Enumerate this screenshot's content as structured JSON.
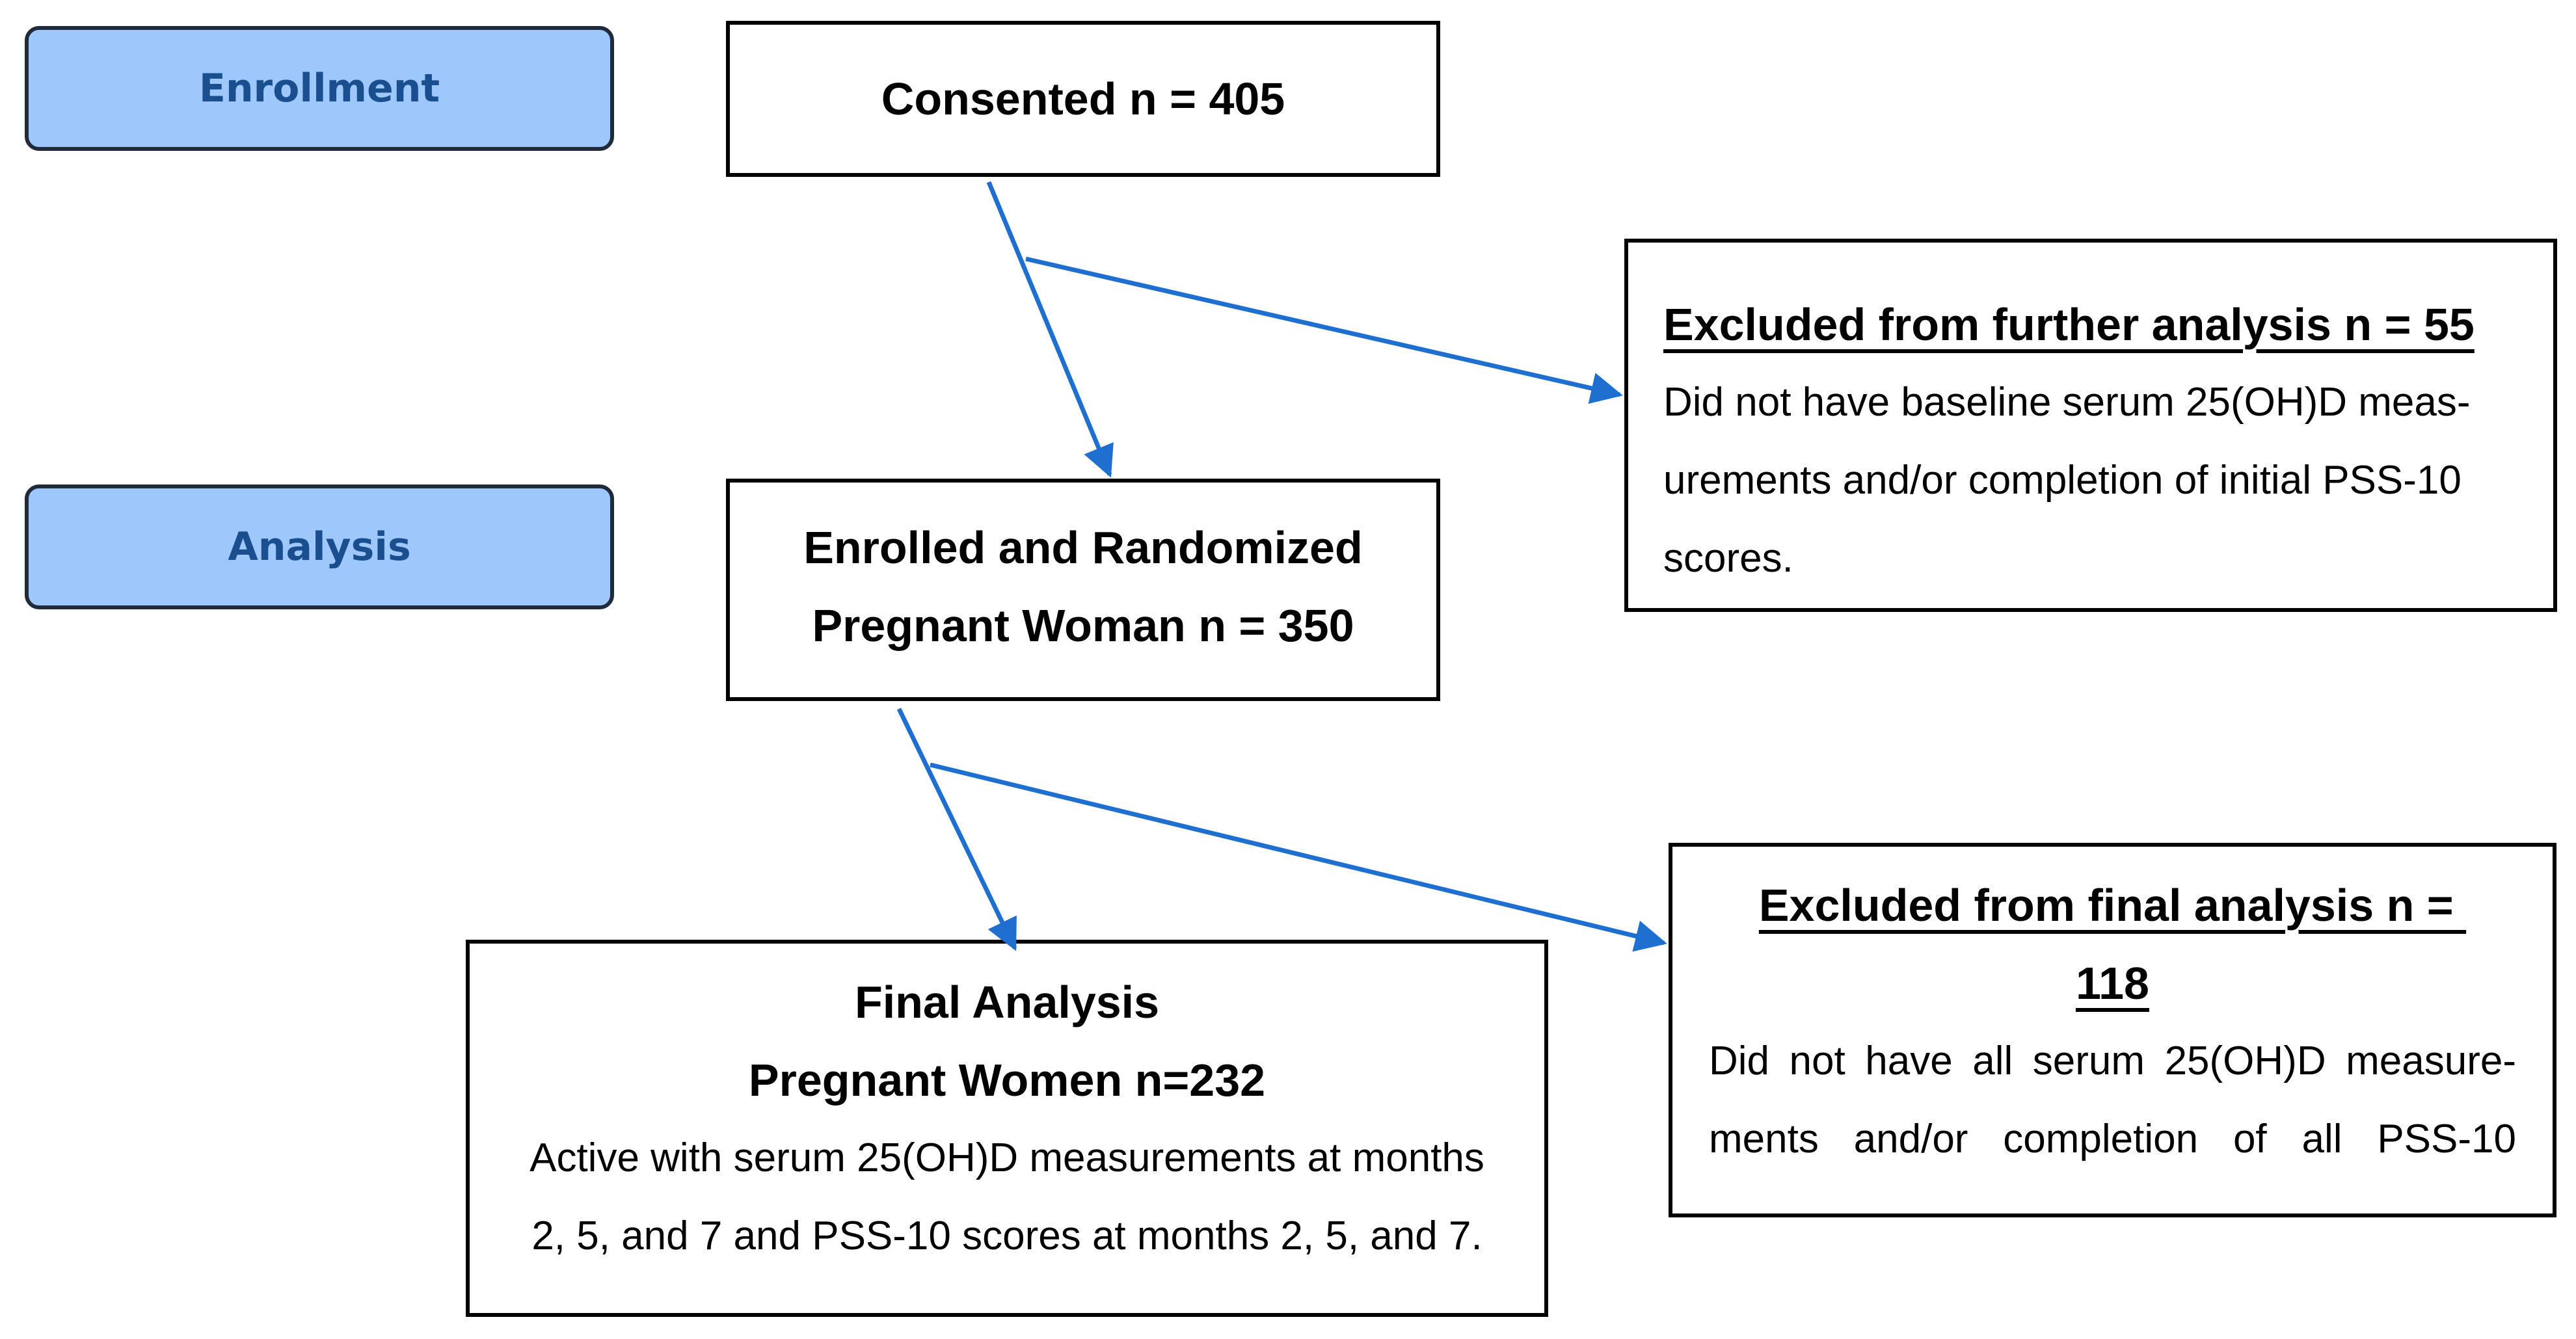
{
  "colors": {
    "stage_fill": "#9ec8fb",
    "stage_text": "#1a4f8f",
    "arrow": "#1f6fd0"
  },
  "stages": {
    "enrollment": "Enrollment",
    "analysis": "Analysis"
  },
  "consented": {
    "title": "Consented n = 405"
  },
  "enrolled": {
    "line1": "Enrolled and Randomized",
    "line2": "Pregnant Woman n = 350"
  },
  "excluded_further": {
    "heading": "Excluded from further analysis n = 55",
    "lines": [
      "Did not have baseline serum 25(OH)D meas-",
      "urements and/or completion of initial PSS-10",
      "scores."
    ]
  },
  "excluded_final": {
    "heading_line1": "Excluded from final analysis n = ",
    "heading_line2": "118",
    "lines": [
      "Did not have all serum 25(OH)D measure-",
      "ments and/or completion of all PSS-10"
    ]
  },
  "final": {
    "line1": "Final Analysis",
    "line2": "Pregnant Women n=232",
    "lines": [
      "Active with serum 25(OH)D measurements at months",
      "2, 5, and 7 and PSS-10 scores at months 2, 5, and 7."
    ]
  }
}
